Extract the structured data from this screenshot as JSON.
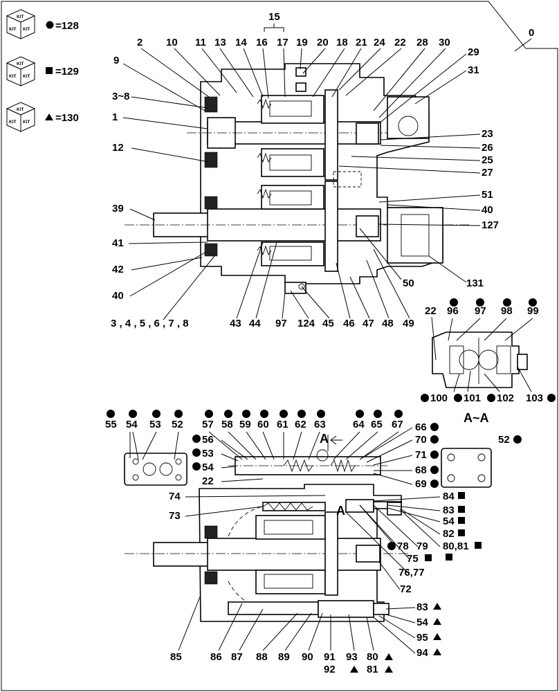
{
  "kits": [
    {
      "symbol": "circle",
      "label": "=128",
      "word": "KIT"
    },
    {
      "symbol": "square",
      "label": "=129",
      "word": "KIT"
    },
    {
      "symbol": "triangle",
      "label": "=130",
      "word": "KIT"
    }
  ],
  "assembly_label": "0",
  "section_label": "A~A",
  "section_marks": [
    "A",
    "A"
  ],
  "labels": [
    "15",
    "2",
    "10",
    "11",
    "13",
    "14",
    "16",
    "17",
    "19",
    "20",
    "18",
    "21",
    "24",
    "22",
    "28",
    "30",
    "9",
    "29",
    "31",
    "3~8",
    "1",
    "23",
    "12",
    "26",
    "25",
    "27",
    "51",
    "39",
    "40",
    "127",
    "41",
    "42",
    "40",
    "50",
    "131",
    "43",
    "44",
    "97",
    "124",
    "45",
    "46",
    "47",
    "48",
    "49",
    "3 , 4 , 5 , 6 , 7 , 8",
    "22",
    "96",
    "97",
    "98",
    "99",
    "100",
    "101",
    "102",
    "103",
    "55",
    "54",
    "53",
    "52",
    "57",
    "58",
    "59",
    "60",
    "61",
    "62",
    "63",
    "64",
    "65",
    "67",
    "56",
    "66",
    "70",
    "53",
    "71",
    "54",
    "68",
    "69",
    "22",
    "52",
    "74",
    "84",
    "73",
    "83",
    "54",
    "82",
    "78",
    "79",
    "75",
    "80,81",
    "76,77",
    "72",
    "85",
    "86",
    "87",
    "88",
    "89",
    "90",
    "91",
    "92",
    "93",
    "80",
    "81",
    "83",
    "54",
    "95",
    "94"
  ]
}
